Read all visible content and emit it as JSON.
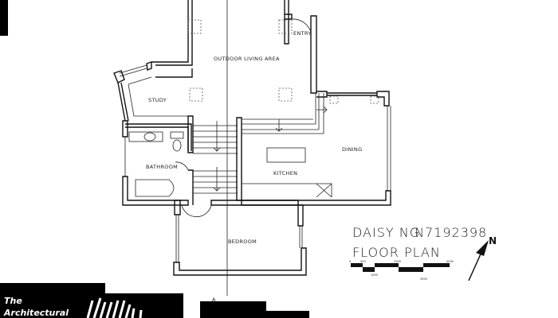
{
  "rooms": {
    "outdoor": "OUTDOOR LIVING AREA",
    "entry": "ENTRY",
    "study": "STUDY",
    "bathroom": "BATHROOM",
    "kitchen": "KITCHEN",
    "dining": "DINING",
    "bedroom": "BEDROOM"
  },
  "title_block": {
    "author": "DAISY NG",
    "student_id": "N7192398",
    "title": "FLOOR PLAN"
  },
  "scale_bar": {
    "labels_top": [
      "0",
      "500",
      "2000",
      "4000"
    ],
    "labels_bottom": [
      "1000",
      "3000"
    ]
  },
  "north_arrow": {
    "label": "N"
  },
  "section_marker": "A",
  "watermark": {
    "line1": "The",
    "line2": "Architectural"
  }
}
